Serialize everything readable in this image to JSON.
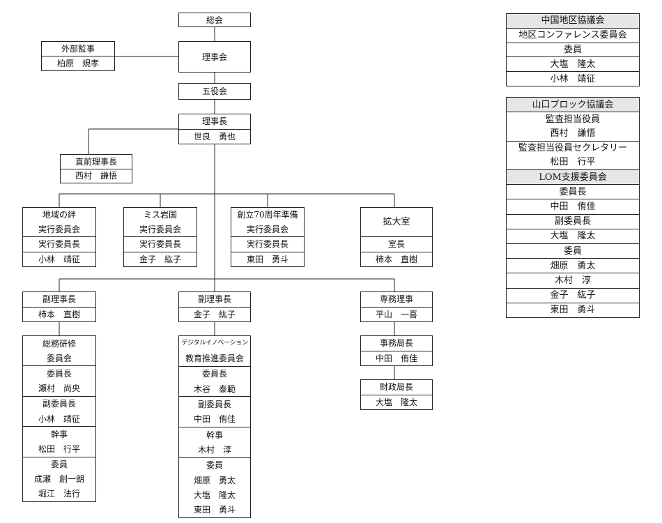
{
  "org": {
    "soukai": "総会",
    "gaibu_kanji": {
      "title": "外部監事",
      "name": "柏原　規孝"
    },
    "rijikai": "理事会",
    "goyakukai": "五役会",
    "rijicho": {
      "title": "理事長",
      "name": "世良　勇也"
    },
    "chokuzen": {
      "title": "直前理事長",
      "name": "西村　謙悟"
    },
    "committees": [
      {
        "l1": "地域の絆",
        "l2": "実行委員会",
        "role": "実行委員長",
        "name": "小林　靖征"
      },
      {
        "l1": "ミス岩国",
        "l2": "実行委員会",
        "role": "実行委員長",
        "name": "金子　紘子"
      },
      {
        "l1": "創立70周年準備",
        "l2": "実行委員会",
        "role": "実行委員長",
        "name": "東田　勇斗"
      }
    ],
    "kakudai": {
      "title": "拡大室",
      "role": "室長",
      "name": "柿本　直樹"
    },
    "fuku1": {
      "title": "副理事長",
      "name": "柿本　直樹"
    },
    "fuku2": {
      "title": "副理事長",
      "name": "金子　紘子"
    },
    "senmu": {
      "title": "専務理事",
      "name": "平山　一喜"
    },
    "soumu": [
      "総務研修",
      "委員会",
      "委員長",
      "瀬村　尚央",
      "副委員長",
      "小林　靖征",
      "幹事",
      "松田　行平",
      "委員",
      "成瀬　創一朗",
      "堀江　法行"
    ],
    "digital": [
      "デジタルイノベーション",
      "教育推進委員会",
      "委員長",
      "木谷　泰範",
      "副委員長",
      "中田　侑佳",
      "幹事",
      "木村　淳",
      "委員",
      "畑原　勇太",
      "大塩　隆太",
      "東田　勇斗"
    ],
    "jimukyoku": {
      "title": "事務局長",
      "name": "中田　侑佳"
    },
    "zaisei": {
      "title": "財政局長",
      "name": "大塩　隆太"
    }
  },
  "side": {
    "chugoku": [
      "中国地区協議会",
      "地区コンファレンス委員会",
      "委員",
      "大塩　隆太",
      "小林　靖征"
    ],
    "yamaguchi": [
      "山口ブロック協議会",
      "監査担当役員",
      "西村　謙悟",
      "監査担当役員セクレタリー",
      "松田　行平",
      "LOM支援委員会",
      "委員長",
      "中田　侑佳",
      "副委員長",
      "大塩　隆太",
      "委員",
      "畑原　勇太",
      "木村　淳",
      "金子　紘子",
      "東田　勇斗"
    ]
  }
}
